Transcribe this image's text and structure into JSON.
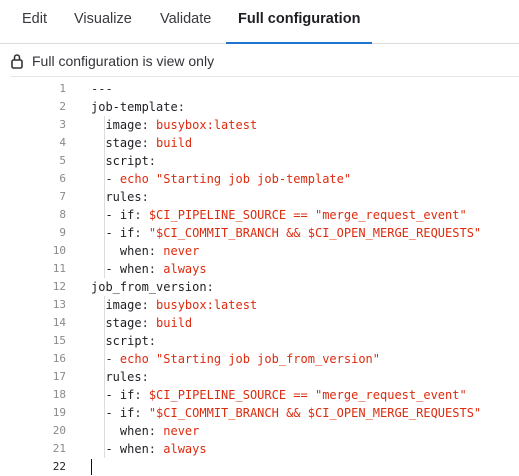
{
  "tabs": [
    {
      "label": "Edit"
    },
    {
      "label": "Visualize"
    },
    {
      "label": "Validate"
    },
    {
      "label": "Full configuration",
      "active": true
    }
  ],
  "notice": {
    "text": "Full configuration is view only",
    "icon": "lock-icon"
  },
  "editor": {
    "lines": [
      {
        "num": "1",
        "key": "",
        "punct": "---",
        "value": ""
      },
      {
        "num": "2",
        "key": "job-template",
        "punct": ":",
        "value": ""
      },
      {
        "num": "3",
        "key": "  image",
        "punct": ": ",
        "value": "busybox:latest"
      },
      {
        "num": "4",
        "key": "  stage",
        "punct": ": ",
        "value": "build"
      },
      {
        "num": "5",
        "key": "  script",
        "punct": ":",
        "value": ""
      },
      {
        "num": "6",
        "key": "  ",
        "punct": "- ",
        "value": "echo \"Starting job job-template\""
      },
      {
        "num": "7",
        "key": "  rules",
        "punct": ":",
        "value": ""
      },
      {
        "num": "8",
        "key": "  - if",
        "punct": ": ",
        "value": "$CI_PIPELINE_SOURCE == \"merge_request_event\""
      },
      {
        "num": "9",
        "key": "  - if",
        "punct": ": ",
        "value": "\"$CI_COMMIT_BRANCH && $CI_OPEN_MERGE_REQUESTS\""
      },
      {
        "num": "10",
        "key": "    when",
        "punct": ": ",
        "value": "never"
      },
      {
        "num": "11",
        "key": "  - when",
        "punct": ": ",
        "value": "always"
      },
      {
        "num": "12",
        "key": "job_from_version",
        "punct": ":",
        "value": ""
      },
      {
        "num": "13",
        "key": "  image",
        "punct": ": ",
        "value": "busybox:latest"
      },
      {
        "num": "14",
        "key": "  stage",
        "punct": ": ",
        "value": "build"
      },
      {
        "num": "15",
        "key": "  script",
        "punct": ":",
        "value": ""
      },
      {
        "num": "16",
        "key": "  ",
        "punct": "- ",
        "value": "echo \"Starting job job_from_version\""
      },
      {
        "num": "17",
        "key": "  rules",
        "punct": ":",
        "value": ""
      },
      {
        "num": "18",
        "key": "  - if",
        "punct": ": ",
        "value": "$CI_PIPELINE_SOURCE == \"merge_request_event\""
      },
      {
        "num": "19",
        "key": "  - if",
        "punct": ": ",
        "value": "\"$CI_COMMIT_BRANCH && $CI_OPEN_MERGE_REQUESTS\""
      },
      {
        "num": "20",
        "key": "    when",
        "punct": ": ",
        "value": "never"
      },
      {
        "num": "21",
        "key": "  - when",
        "punct": ": ",
        "value": "always"
      },
      {
        "num": "22",
        "key": "",
        "punct": "",
        "value": ""
      }
    ],
    "current_line": "22"
  },
  "colors": {
    "accent": "#1f75cb",
    "value": "#dd2b0e"
  }
}
